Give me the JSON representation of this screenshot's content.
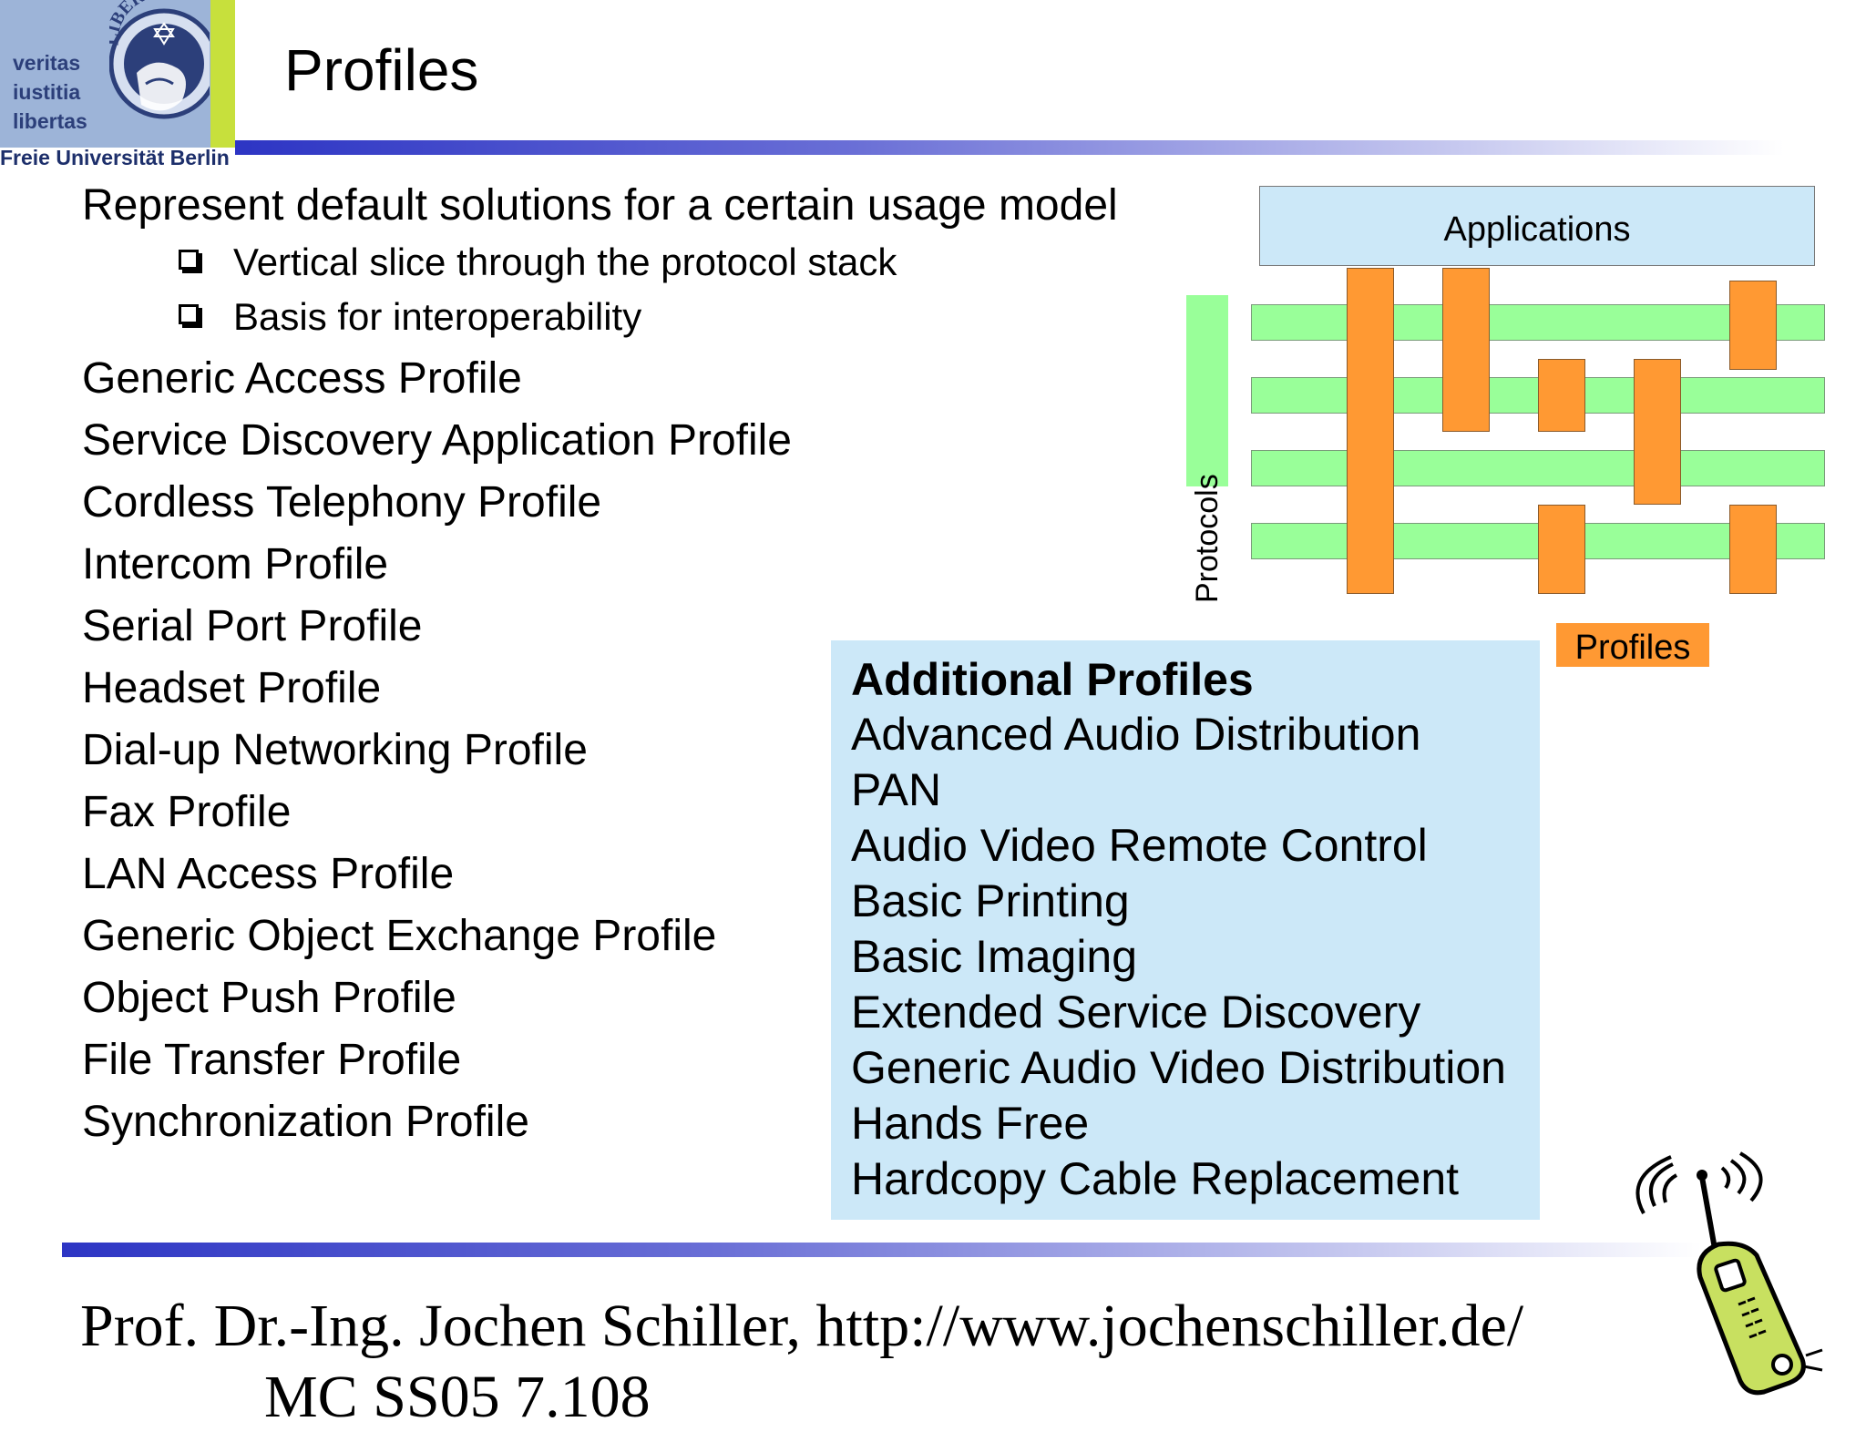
{
  "header": {
    "motto_lines": [
      "veritas",
      "iustitia",
      "libertas"
    ],
    "seal_text": "LIBERTAS",
    "university": "Freie Universität Berlin",
    "title": "Profiles"
  },
  "bullets": {
    "intro": "Represent default solutions for a certain usage model",
    "sub1": "Vertical slice through the protocol stack",
    "sub2": "Basis for interoperability",
    "profiles": [
      "Generic Access Profile",
      "Service Discovery Application Profile",
      "Cordless Telephony Profile",
      "Intercom Profile",
      "Serial Port Profile",
      "Headset Profile",
      "Dial-up Networking Profile",
      "Fax Profile",
      "LAN Access Profile",
      "Generic Object Exchange Profile",
      "Object Push Profile",
      "File Transfer Profile",
      "Synchronization Profile"
    ]
  },
  "additional": {
    "title": "Additional Profiles",
    "items": [
      "Advanced Audio Distribution",
      "PAN",
      "Audio Video Remote Control",
      "Basic Printing",
      "Basic Imaging",
      "Extended Service Discovery",
      "Generic Audio Video Distribution",
      "Hands Free",
      "Hardcopy Cable Replacement"
    ]
  },
  "diagram": {
    "applications": "Applications",
    "protocols": "Protocols",
    "profiles": "Profiles",
    "colors": {
      "layer": "#99ff99",
      "profile": "#ff9933",
      "applications": "#cce8f8"
    }
  },
  "footer": {
    "line1": "Prof. Dr.-Ing. Jochen Schiller, http://www.jochenschiller.de/",
    "line2": "MC SS05          7.108"
  }
}
